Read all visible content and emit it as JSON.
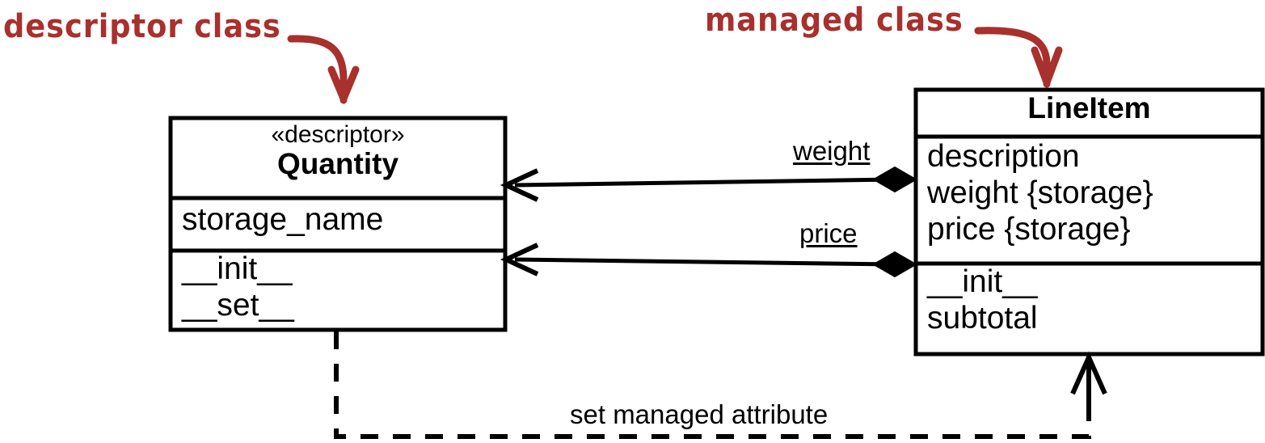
{
  "diagram": {
    "type": "uml-class-diagram",
    "background_color": "#ffffff",
    "line_color": "#000000",
    "annotation_color": "#a8302d"
  },
  "annotations": [
    {
      "id": "descriptor-class",
      "text": "descriptor class",
      "color": "#a8302d",
      "points_to": "quantity-class-box"
    },
    {
      "id": "managed-class",
      "text": "managed class",
      "color": "#a8302d",
      "points_to": "lineitem-class-box"
    }
  ],
  "classes": [
    {
      "id": "quantity",
      "stereotype": "«descriptor»",
      "name": "Quantity",
      "attributes": [
        "storage_name"
      ],
      "operations": [
        "__init__",
        "__set__"
      ]
    },
    {
      "id": "lineitem",
      "stereotype": "",
      "name": "LineItem",
      "attributes": [
        "description",
        "weight {storage}",
        "price {storage}"
      ],
      "operations": [
        "__init__",
        "subtotal"
      ]
    }
  ],
  "associations": [
    {
      "id": "weight-association",
      "label": "weight",
      "source": "lineitem",
      "target": "quantity",
      "source_end": "filled-diamond",
      "target_end": "open-arrow"
    },
    {
      "id": "price-association",
      "label": "price",
      "source": "lineitem",
      "target": "quantity",
      "source_end": "filled-diamond",
      "target_end": "open-arrow"
    }
  ],
  "dependencies": [
    {
      "id": "set-managed-attribute",
      "label": "set managed attribute",
      "source": "quantity",
      "target": "lineitem",
      "style": "dashed",
      "target_end": "open-arrow"
    }
  ]
}
